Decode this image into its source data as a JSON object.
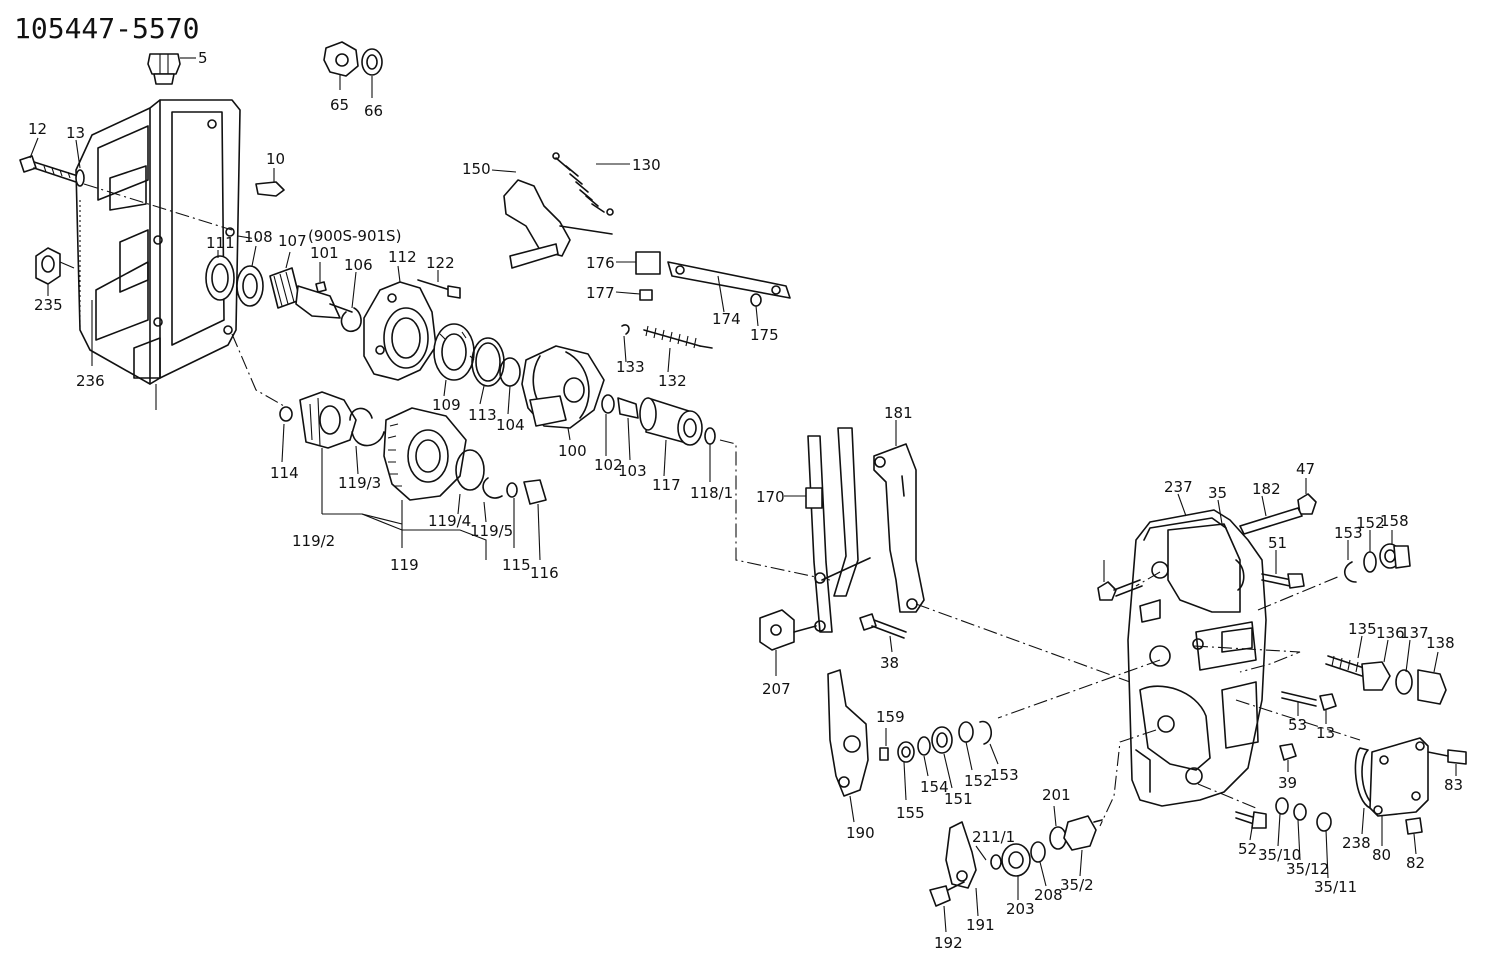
{
  "title": "105447-5570",
  "colors": {
    "line": "#111111",
    "background": "#ffffff"
  },
  "note": "(900S-901S)",
  "callouts": [
    "5",
    "65",
    "66",
    "12",
    "13",
    "10",
    "150",
    "130",
    "111",
    "108",
    "107",
    "101",
    "106",
    "112",
    "122",
    "176",
    "177",
    "174",
    "175",
    "235",
    "236",
    "133",
    "132",
    "109",
    "113",
    "104",
    "100",
    "102",
    "103",
    "117",
    "118/1",
    "114",
    "119/3",
    "119/2",
    "119",
    "119/4",
    "119/5",
    "115",
    "116",
    "181",
    "170",
    "207",
    "38",
    "47",
    "237",
    "35",
    "182",
    "51",
    "153",
    "152",
    "158",
    "135",
    "136",
    "137",
    "138",
    "53",
    "13",
    "39",
    "159",
    "190",
    "155",
    "154",
    "151",
    "152",
    "153",
    "201",
    "211/1",
    "203",
    "208",
    "35/2",
    "191",
    "192",
    "52",
    "35/10",
    "35/12",
    "35/11",
    "238",
    "80",
    "83",
    "82"
  ]
}
